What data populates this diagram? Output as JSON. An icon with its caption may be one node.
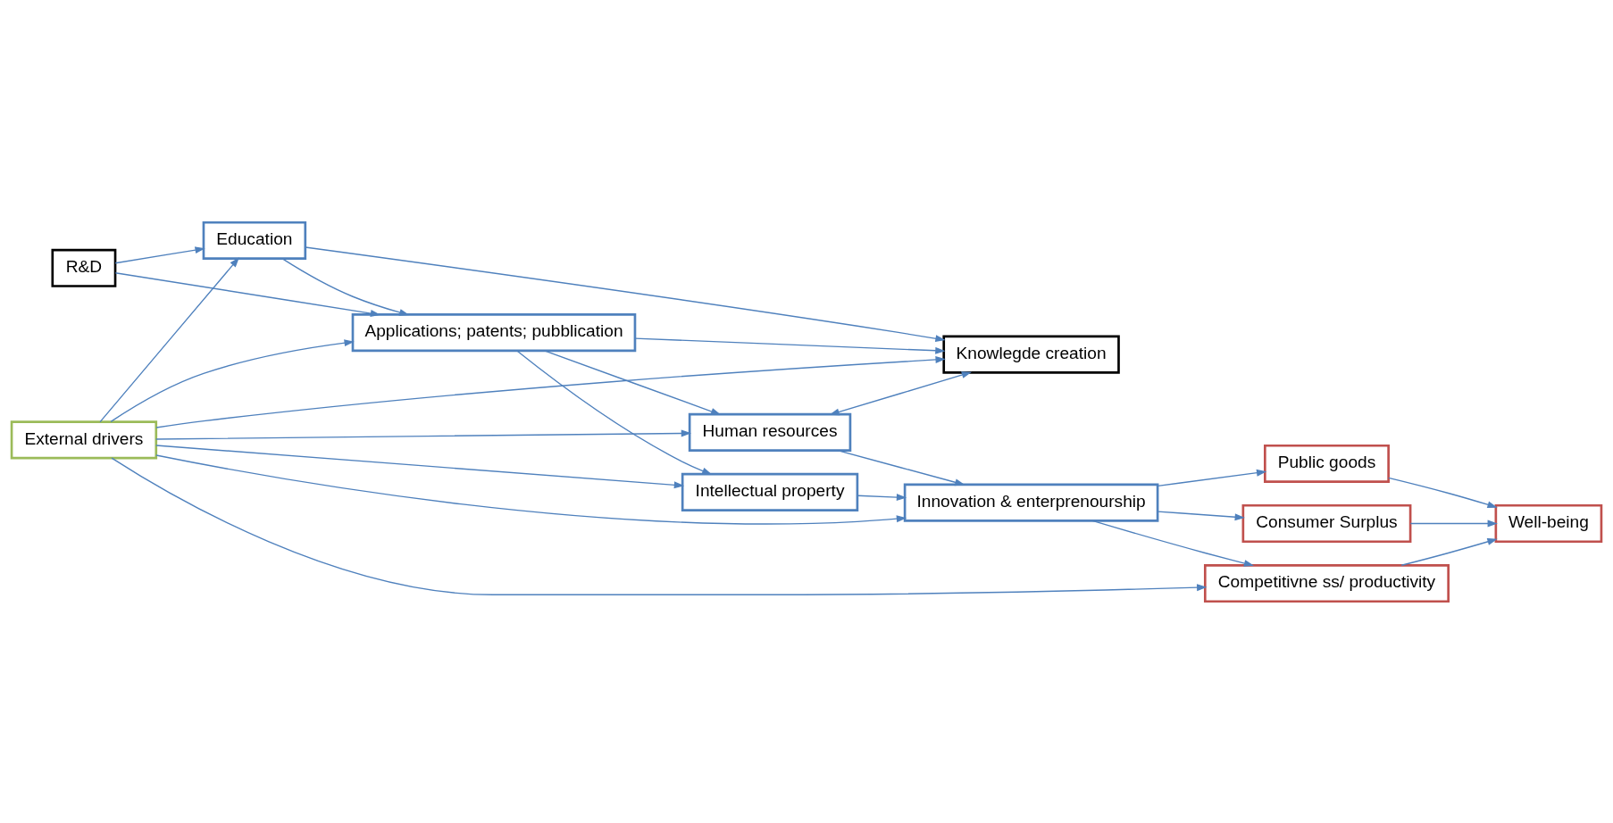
{
  "diagram": {
    "nodes": [
      {
        "text": [
          "External drivers"
        ]
      },
      {
        "text": [
          "Education"
        ]
      },
      {
        "text": [
          "Human resources"
        ]
      },
      {
        "text": [
          "Competitivne ss/ productivity"
        ]
      },
      {
        "text": [
          "R&D"
        ]
      },
      {
        "text": [
          "Knowlegde creation"
        ]
      },
      {
        "text": [
          "Innovation & enterprenourship"
        ]
      },
      {
        "text": [
          "Consumer Surplus"
        ]
      },
      {
        "text": [
          "Applications; patents; pubblication"
        ]
      },
      {
        "text": [
          "Intellectual property"
        ]
      },
      {
        "text": [
          "Public goods"
        ]
      },
      {
        "text": [
          "Well-being"
        ]
      }
    ],
    "edges": [
      {
        "from": 0,
        "to": 3,
        "arrow": "to"
      },
      {
        "from": 0,
        "to": 1,
        "arrow": "to"
      },
      {
        "from": 0,
        "to": 2,
        "arrow": "to"
      },
      {
        "from": 0,
        "to": 5,
        "arrow": "to"
      },
      {
        "from": 0,
        "to": 8,
        "arrow": "to"
      },
      {
        "from": 0,
        "to": 9,
        "arrow": "to"
      },
      {
        "from": 0,
        "to": 6,
        "arrow": "to"
      },
      {
        "from": 4,
        "to": 1,
        "arrow": "to"
      },
      {
        "from": 4,
        "to": 8,
        "arrow": "to"
      },
      {
        "from": 1,
        "to": 5,
        "arrow": "to"
      },
      {
        "from": 1,
        "to": 8,
        "arrow": "to"
      },
      {
        "from": 8,
        "to": 5,
        "arrow": "to"
      },
      {
        "from": 2,
        "to": 5,
        "arrow": "both"
      },
      {
        "from": 8,
        "to": 2,
        "arrow": "to"
      },
      {
        "from": 8,
        "to": 9,
        "arrow": "to"
      },
      {
        "from": 2,
        "to": 6,
        "arrow": "to"
      },
      {
        "from": 9,
        "to": 6,
        "arrow": "to"
      },
      {
        "from": 6,
        "to": 3,
        "arrow": "to"
      },
      {
        "from": 6,
        "to": 7,
        "arrow": "to"
      },
      {
        "from": 6,
        "to": 10,
        "arrow": "to"
      },
      {
        "from": 3,
        "to": 11,
        "arrow": "to"
      },
      {
        "from": 7,
        "to": 11,
        "arrow": "to"
      },
      {
        "from": 10,
        "to": 11,
        "arrow": "to"
      }
    ]
  }
}
